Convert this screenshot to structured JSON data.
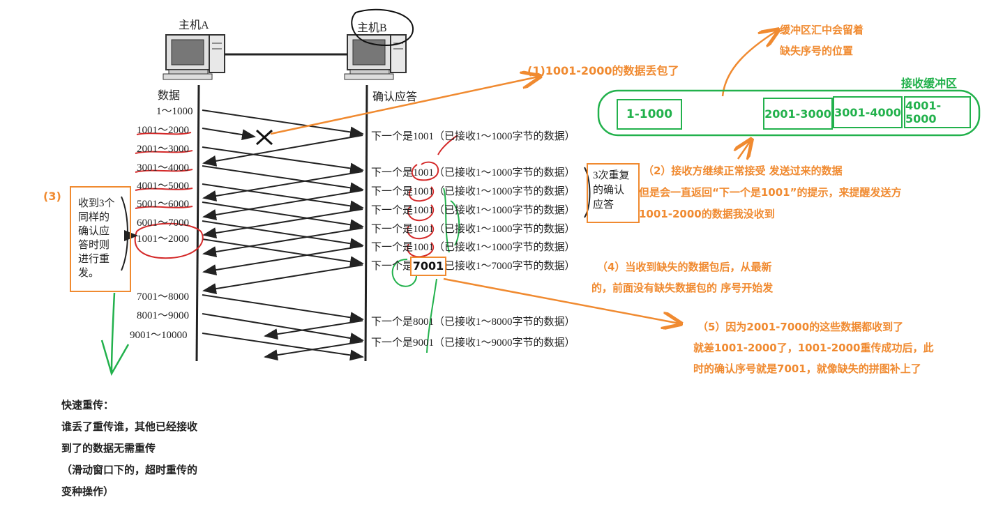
{
  "hosts": {
    "a_label": "主机A",
    "b_label": "主机B"
  },
  "columns": {
    "data_header": "数据",
    "ack_header": "确认应答"
  },
  "seq_labels": [
    "1～1000",
    "1001～2000",
    "2001～3000",
    "3001～4000",
    "4001～5000",
    "5001～6000",
    "6001～7000",
    "1001～2000",
    "7001～8000",
    "8001～9000",
    "9001～10000"
  ],
  "acks": [
    "下一个是1001（已接收1～1000字节的数据）",
    "下一个是1001（已接收1～1000字节的数据）",
    "下一个是1001（已接收1～1000字节的数据）",
    "下一个是1001（已接收1～1000字节的数据）",
    "下一个是1001（已接收1～1000字节的数据）",
    "下一个是1001（已接收1～1000字节的数据）",
    "下一个是7001（已接收1～7000字节的数据）",
    "下一个是8001（已接收1～8000字节的数据）",
    "下一个是9001（已接收1～9000字节的数据）"
  ],
  "left_note": {
    "tag": "(3)",
    "text_lines": [
      "收到3个",
      "同样的",
      "确认应",
      "答时则",
      "进行重",
      "发。"
    ]
  },
  "right_note": {
    "text_lines": [
      "3次重复",
      "的确认",
      "应答"
    ]
  },
  "highlight_7001": "7001",
  "annotations": {
    "a1": "(1)1001-2000的数据丢包了",
    "buffer_note_1": "缓冲区汇中会留着",
    "buffer_note_2": "缺失序号的位置",
    "buffer_title": "接收缓冲区",
    "a2_1": "（2）接收方继续正常接受 发送过来的数据",
    "a2_2": "但是会一直返回“下一个是1001”的提示，来提醒发送方",
    "a2_3": "1001-2000的数据我没收到",
    "a4_1": "（4）当收到缺失的数据包后，从最新",
    "a4_2": "的，前面没有缺失数据包的 序号开始发",
    "a5_1": "（5）因为2001-7000的这些数据都收到了",
    "a5_2": "就差1001-2000了，1001-2000重传成功后，此",
    "a5_3": "时的确认序号就是7001，就像缺失的拼图补上了"
  },
  "buffer_cells": [
    "1-1000",
    "2001-3000",
    "3001-4000",
    "4001-5000"
  ],
  "fast_retransmit": {
    "title": "快速重传：",
    "line1": "谁丢了重传谁，其他已经接收",
    "line2": "到了的数据无需重传",
    "line3": "（滑动窗口下的，超时重传的",
    "line4": "变种操作）"
  }
}
